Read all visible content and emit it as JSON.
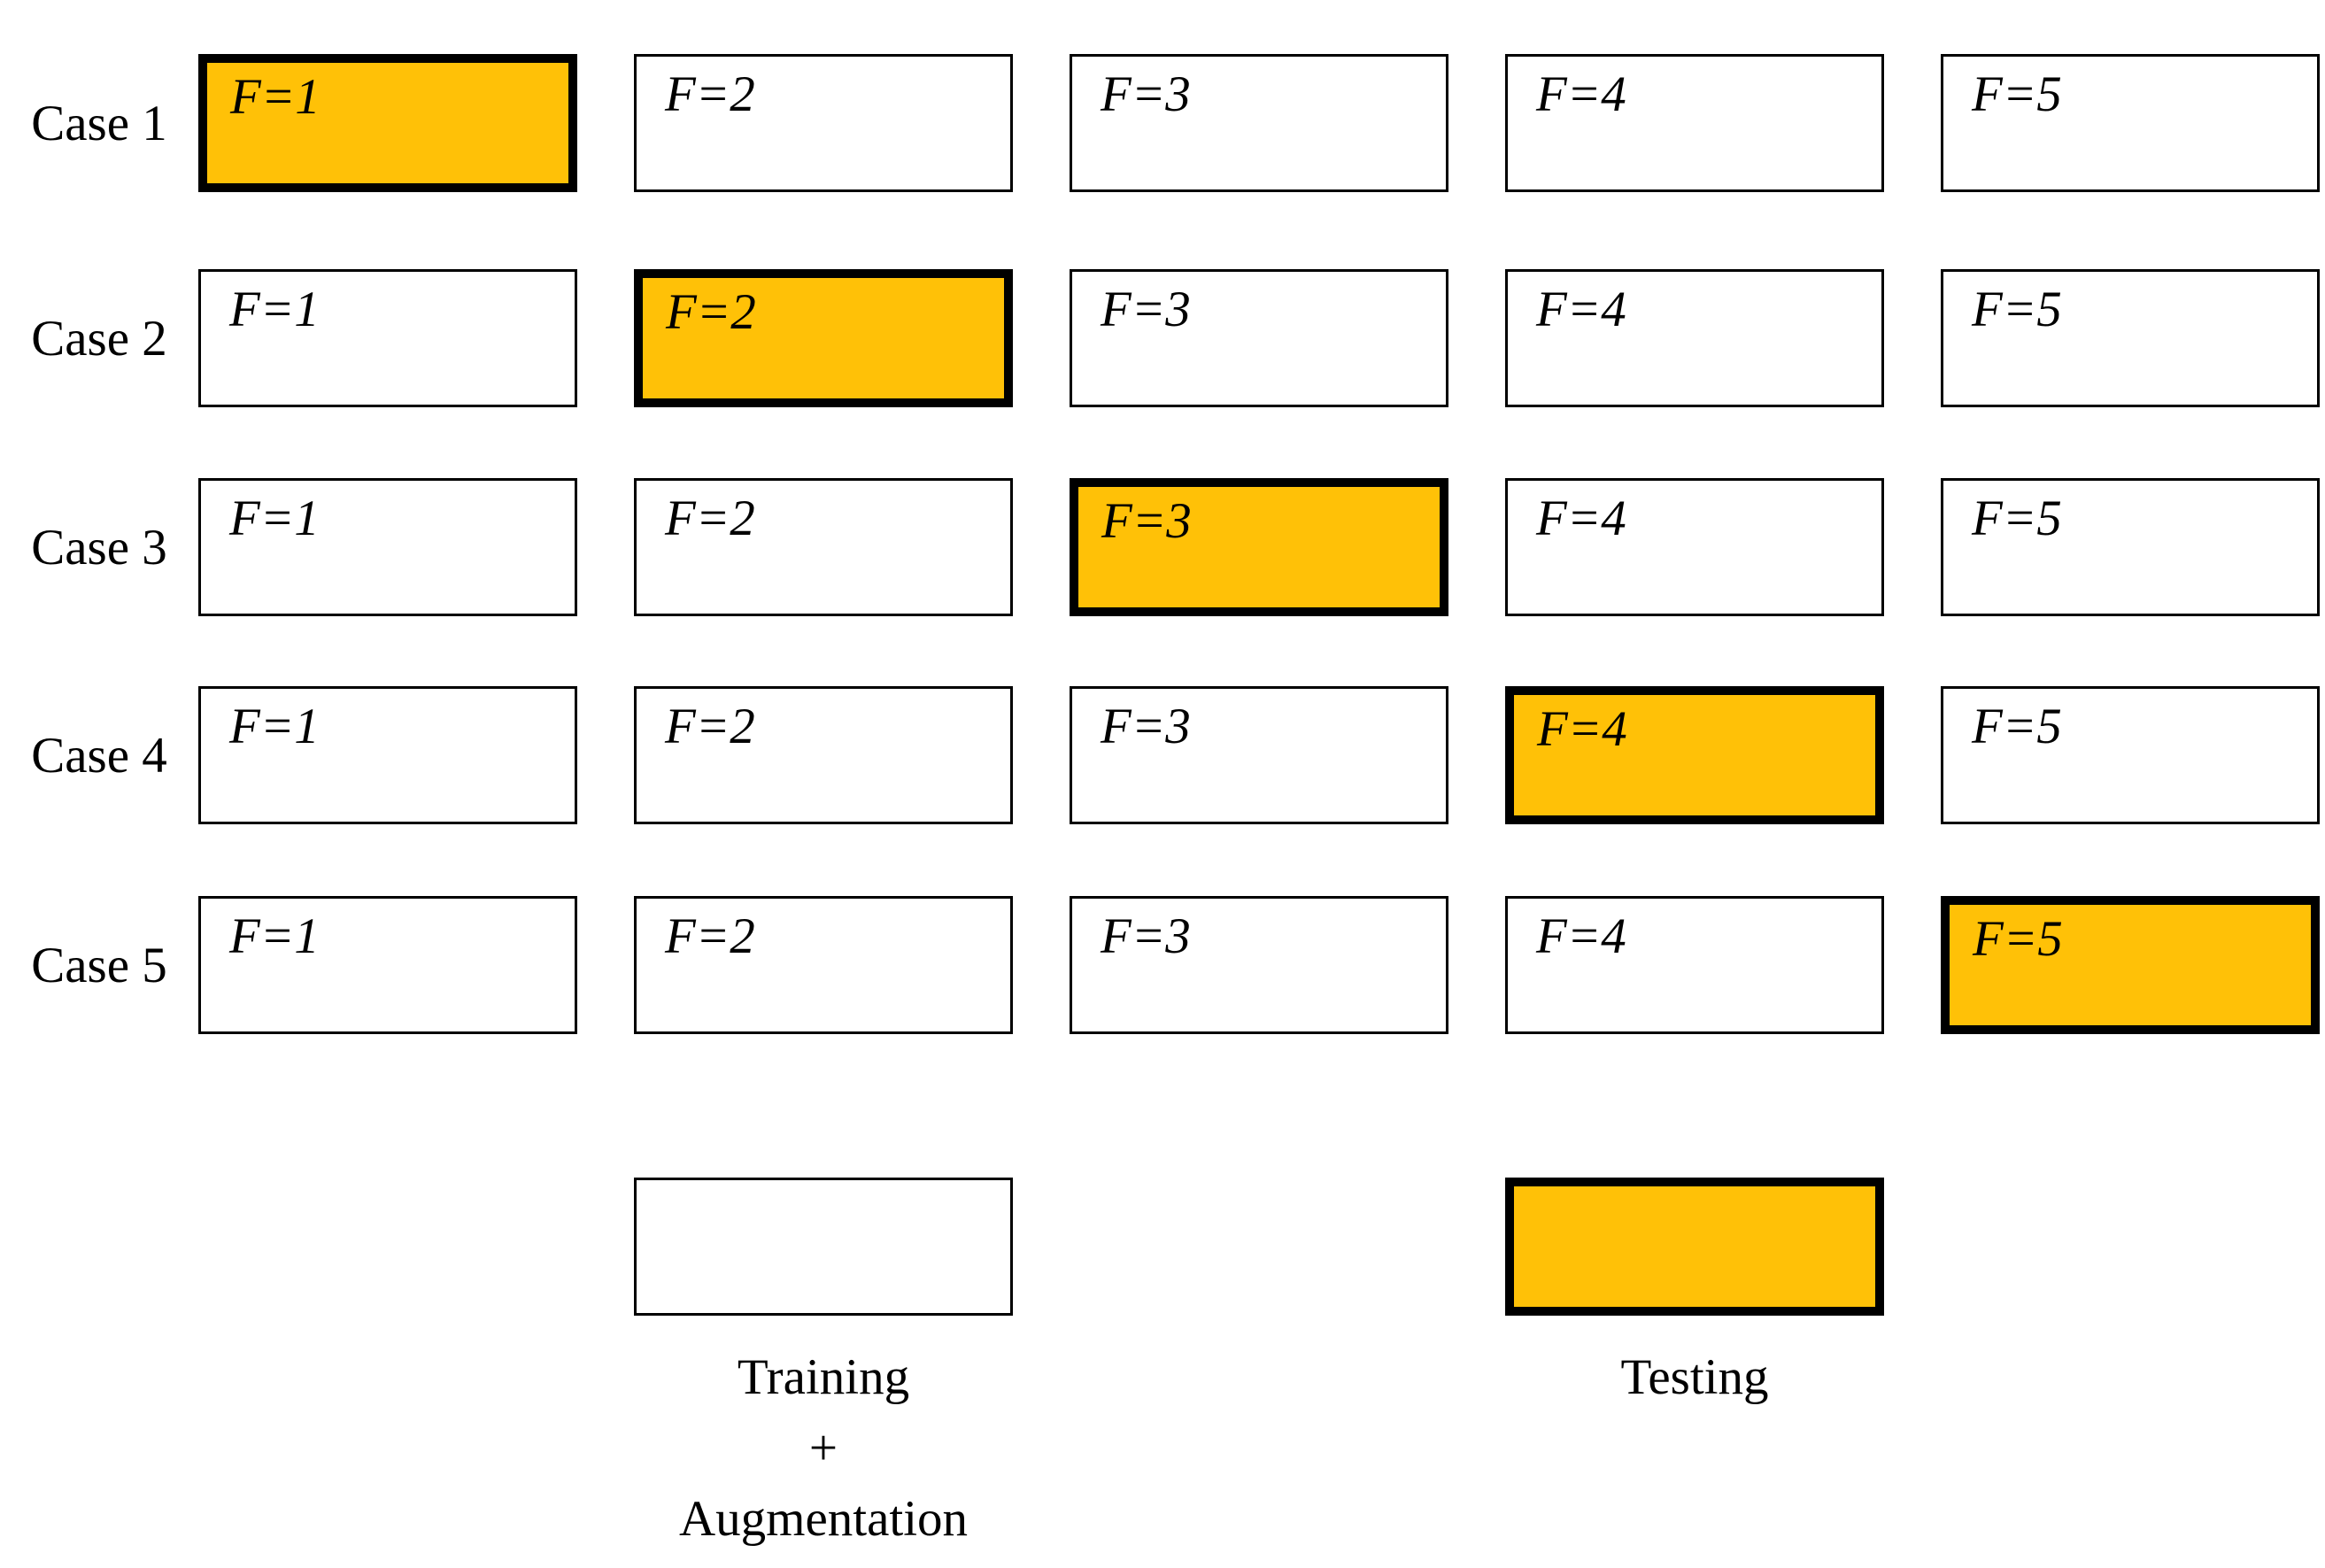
{
  "colors": {
    "highlight_fill": "#FFC107",
    "box_border": "#000000",
    "background": "#FFFFFF"
  },
  "cases": [
    {
      "label": "Case 1",
      "folds": [
        "F=1",
        "F=2",
        "F=3",
        "F=4",
        "F=5"
      ],
      "test_fold": "F=1"
    },
    {
      "label": "Case 2",
      "folds": [
        "F=1",
        "F=2",
        "F=3",
        "F=4",
        "F=5"
      ],
      "test_fold": "F=2"
    },
    {
      "label": "Case 3",
      "folds": [
        "F=1",
        "F=2",
        "F=3",
        "F=4",
        "F=5"
      ],
      "test_fold": "F=3"
    },
    {
      "label": "Case 4",
      "folds": [
        "F=1",
        "F=2",
        "F=3",
        "F=4",
        "F=5"
      ],
      "test_fold": "F=4"
    },
    {
      "label": "Case 5",
      "folds": [
        "F=1",
        "F=2",
        "F=3",
        "F=4",
        "F=5"
      ],
      "test_fold": "F=5"
    }
  ],
  "legend": {
    "training_lines": [
      "Training",
      "+",
      "Augmentation"
    ],
    "testing_label": "Testing"
  }
}
